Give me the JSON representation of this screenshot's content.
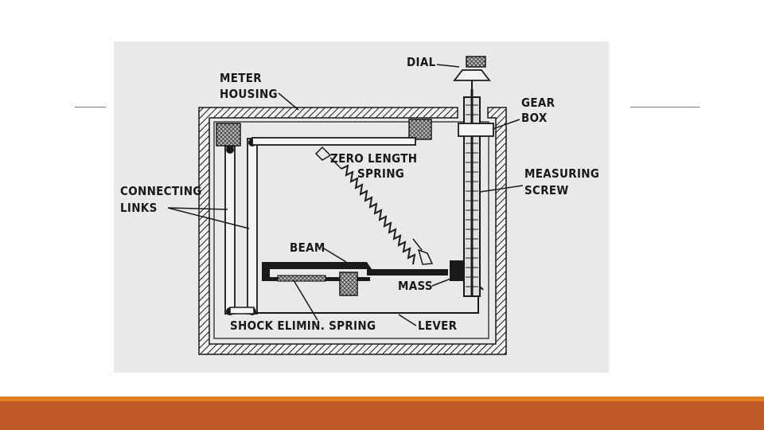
{
  "slide": {
    "accent_colors": {
      "stripe_top": "#e07f1f",
      "stripe_main": "#bd5a27"
    }
  },
  "diagram": {
    "labels": {
      "dial": "DIAL",
      "meter_housing_line1": "METER",
      "meter_housing_line2": "HOUSING",
      "gear_box_line1": "GEAR",
      "gear_box_line2": "BOX",
      "zero_length_spring_line1": "ZERO LENGTH",
      "zero_length_spring_line2": "SPRING",
      "connecting_links_line1": "CONNECTING",
      "connecting_links_line2": "LINKS",
      "measuring_screw_line1": "MEASURING",
      "measuring_screw_line2": "SCREW",
      "beam": "BEAM",
      "mass": "MASS",
      "shock_spring": "SHOCK ELIMIN. SPRING",
      "lever": "LEVER"
    }
  }
}
